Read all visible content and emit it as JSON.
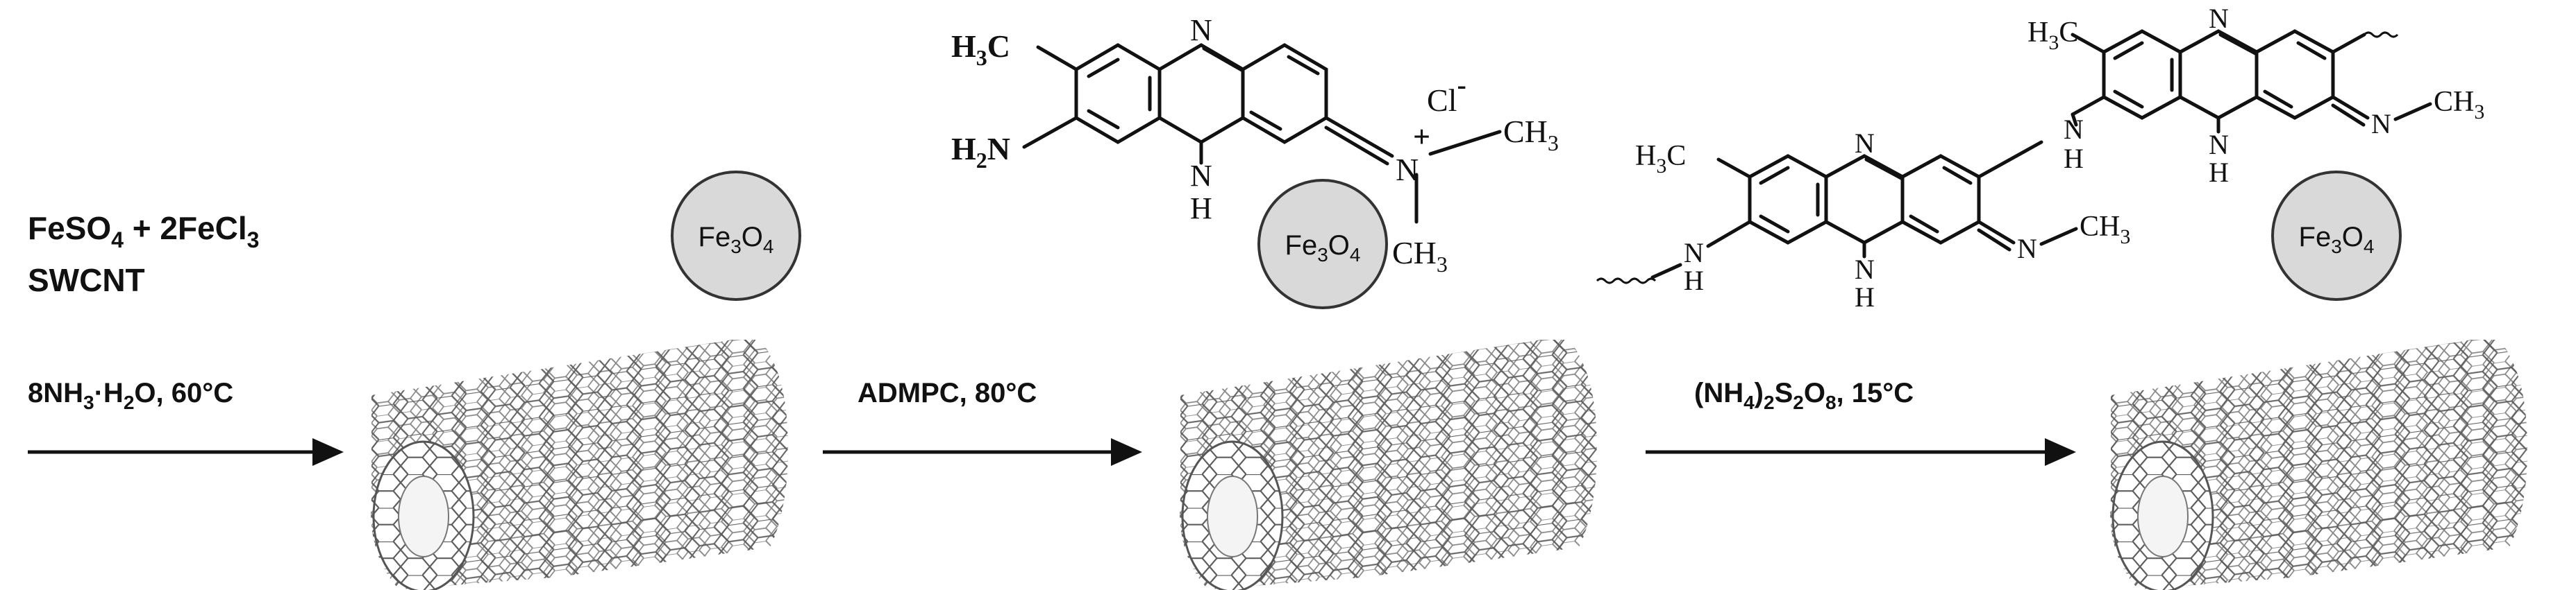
{
  "reagents": {
    "line1": [
      "FeSO",
      "4",
      " + 2FeCl",
      "3"
    ],
    "line2": "SWCNT"
  },
  "nanoparticle_label": [
    "Fe",
    "3",
    "O",
    "4"
  ],
  "steps": [
    {
      "condition": [
        "8NH",
        "3",
        "·H",
        "2",
        "O, 60°C"
      ]
    },
    {
      "condition": [
        "ADMPC, 80°C"
      ]
    },
    {
      "condition": [
        "(NH",
        "4",
        ")",
        "2",
        "S",
        "2",
        "O",
        "8",
        ", 15°C"
      ]
    }
  ],
  "monomer": {
    "methyl": [
      "H",
      "3",
      "C"
    ],
    "amine": [
      "H",
      "2",
      "N"
    ],
    "ring_n_top": "N",
    "ring_nh": [
      "N",
      "H"
    ],
    "counter_ion": [
      "Cl",
      "-"
    ],
    "charge": "+",
    "n_plus": "N",
    "methyl_right": [
      "CH",
      "3"
    ],
    "methyl_down": [
      "CH",
      "3"
    ]
  },
  "polymer": {
    "upper_methyl": [
      "H",
      "3",
      "C"
    ],
    "upper_ring_n_top": "N",
    "upper_nh_left": [
      "N",
      "H"
    ],
    "upper_nh_center": [
      "N",
      "H"
    ],
    "upper_imine": "N",
    "upper_imine_methyl": [
      "CH",
      "3"
    ],
    "lower_methyl": [
      "H",
      "3",
      "C"
    ],
    "lower_ring_n_top": "N",
    "lower_nh_left": [
      "N",
      "H"
    ],
    "lower_nh_center": [
      "N",
      "H"
    ],
    "lower_imine": "N",
    "lower_imine_methyl": [
      "CH",
      "3"
    ]
  },
  "colors": {
    "particle_fill": "#d9d9d9",
    "particle_stroke": "#333333",
    "tube_stroke": "#555555",
    "text": "#111111"
  }
}
